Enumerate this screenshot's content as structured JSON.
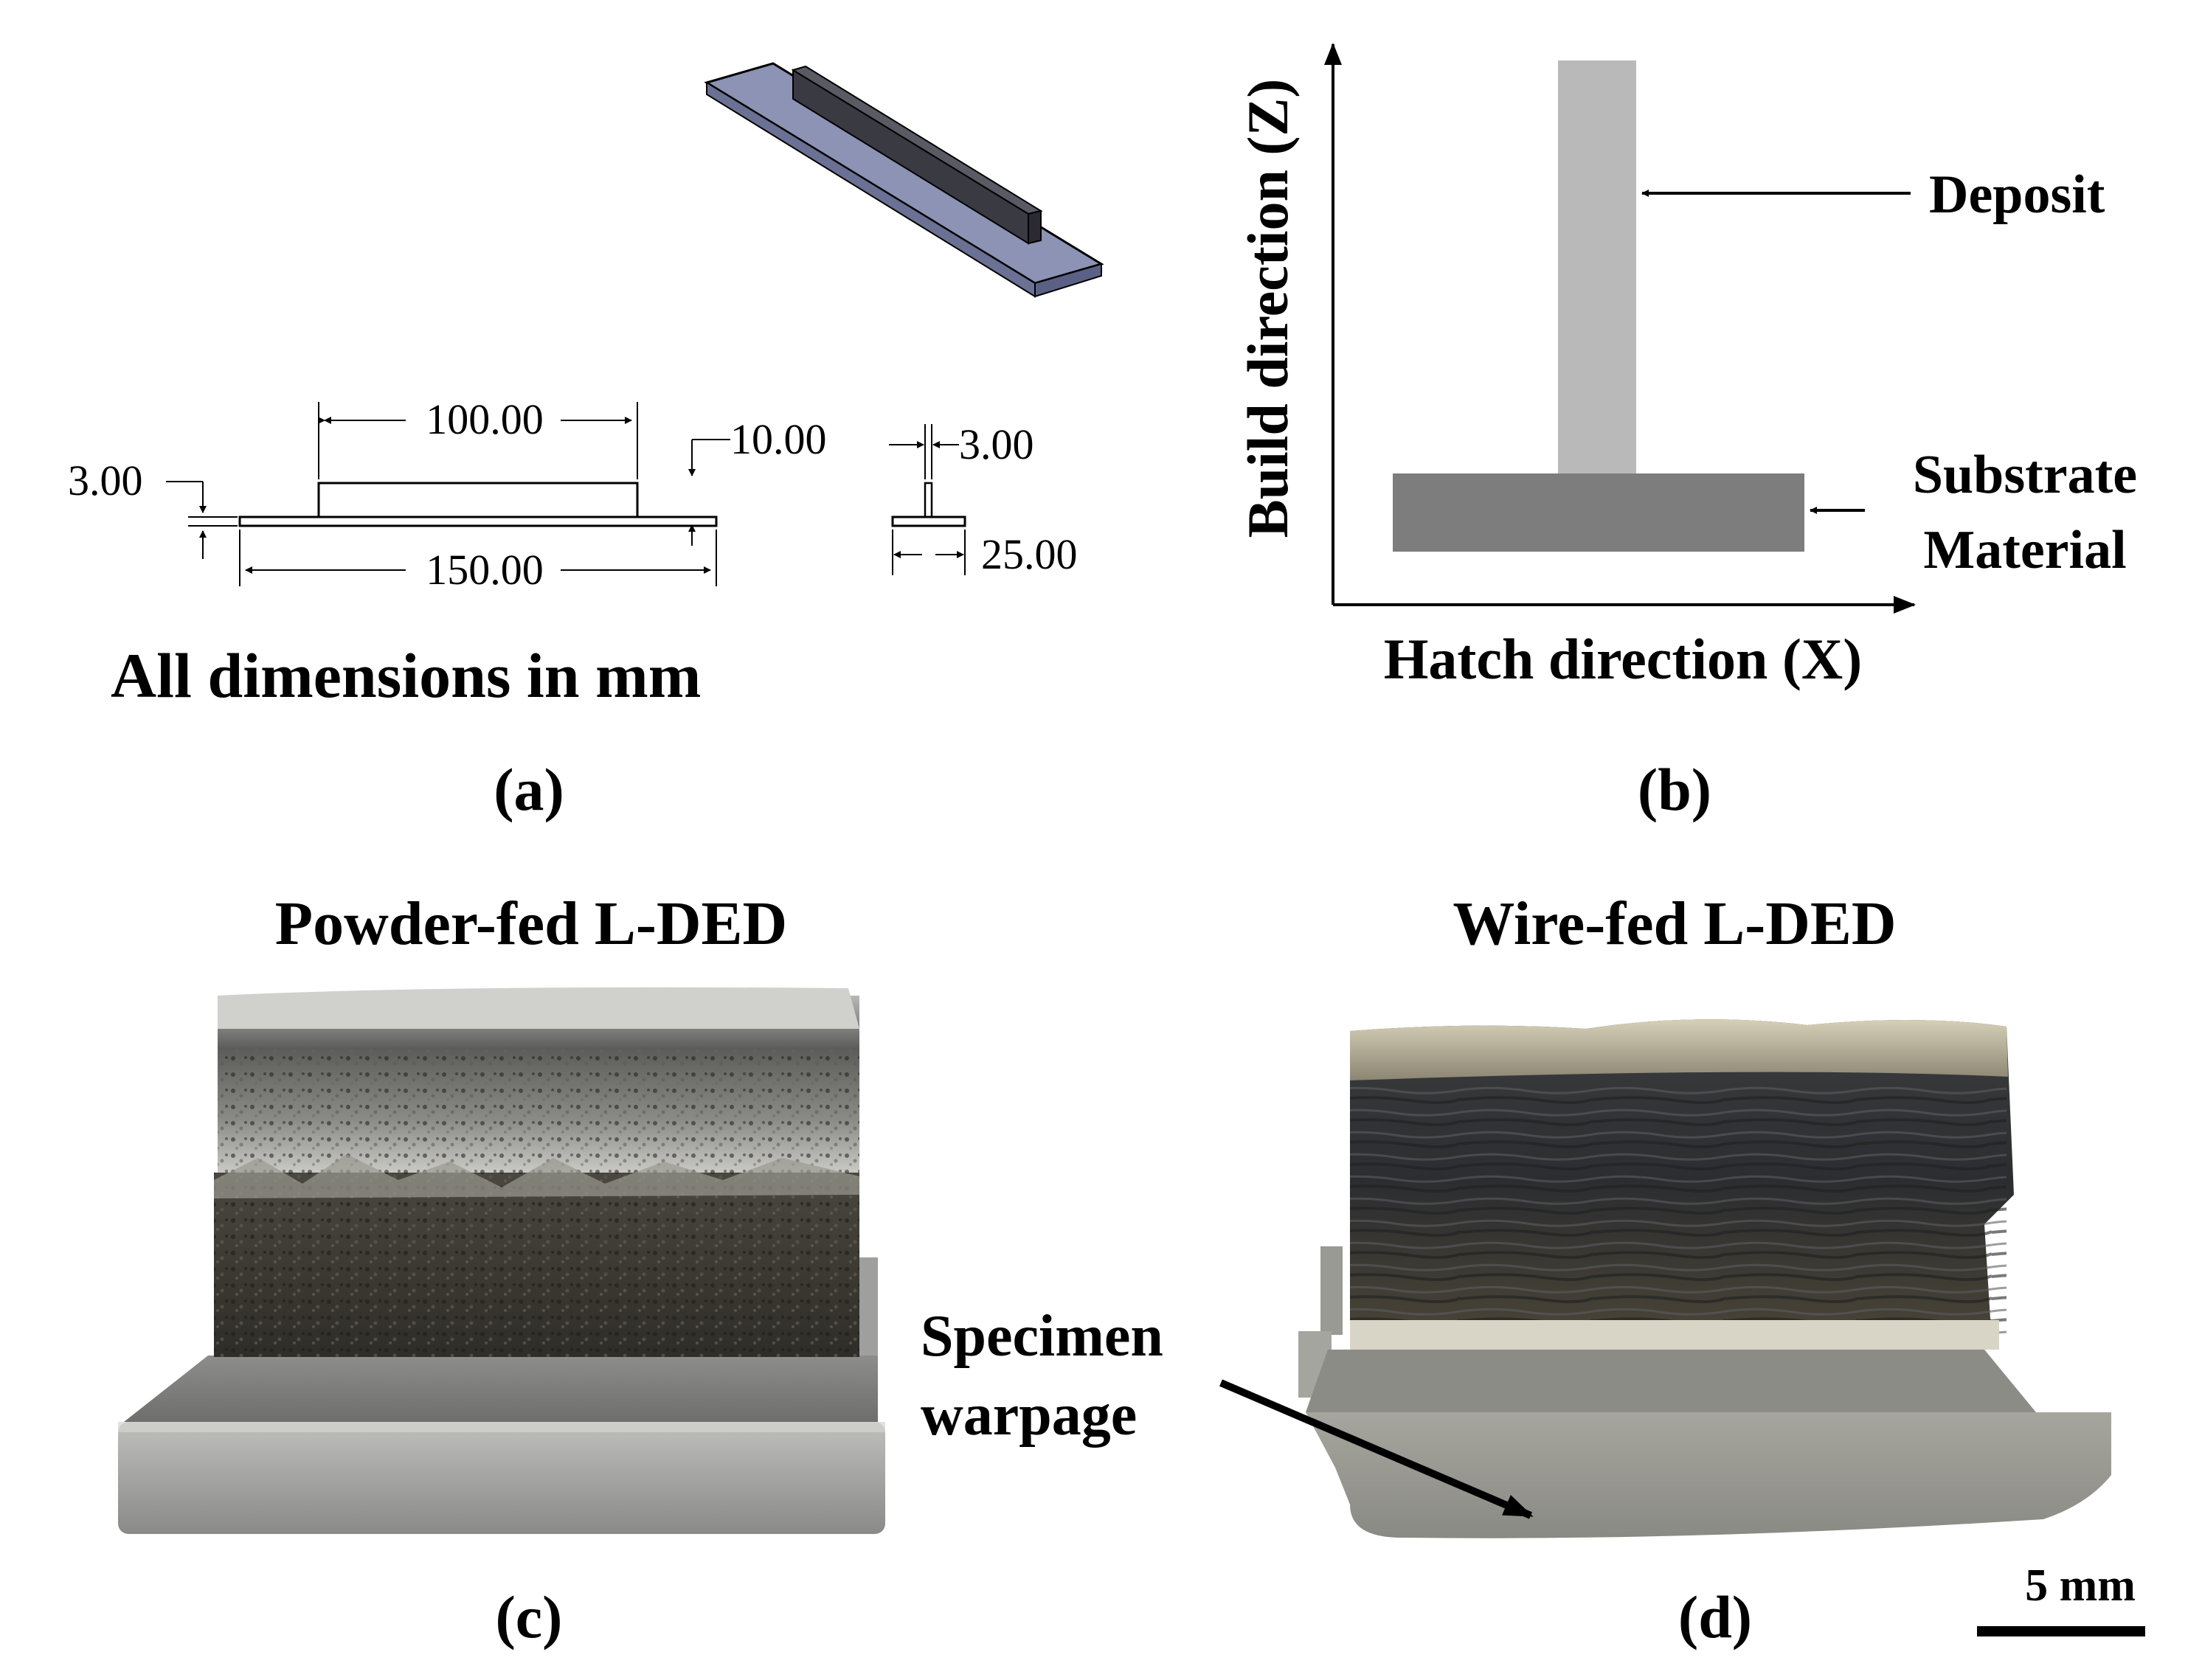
{
  "panel_a": {
    "dim_100": "100.00",
    "dim_150": "150.00",
    "dim_10": "10.00",
    "dim_3_left": "3.00",
    "dim_3_right": "3.00",
    "dim_25": "25.00",
    "caption_units": "All dimensions in mm",
    "label": "(a)"
  },
  "panel_b": {
    "y_axis_label": "Build direction (Z)",
    "x_axis_label": "Hatch direction (X)",
    "deposit_label": "Deposit",
    "substrate_label_line1": "Substrate",
    "substrate_label_line2": "Material",
    "label": "(b)"
  },
  "panel_c": {
    "title": "Powder-fed L-DED",
    "label": "(c)"
  },
  "panel_d": {
    "title": "Wire-fed L-DED",
    "warpage_line1": "Specimen",
    "warpage_line2": "warpage",
    "scale_label": "5 mm",
    "label": "(d)"
  },
  "colors": {
    "deposit_gray": "#b9b9b9",
    "substrate_gray": "#7d7d7d",
    "iso_plate": "#8c93b4",
    "iso_wall": "#3a3a42"
  }
}
